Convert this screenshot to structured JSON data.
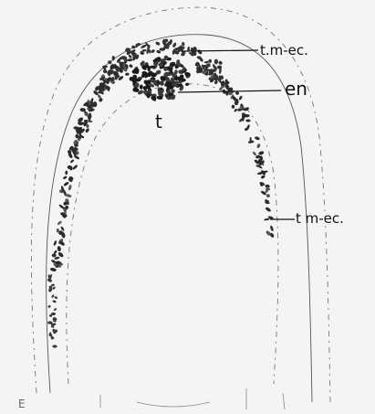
{
  "labels": {
    "top_right": "t.m-ec.",
    "center_right": "en",
    "center_under": "t",
    "side_right": "t m-ec.",
    "corner_mark": "E"
  }
}
